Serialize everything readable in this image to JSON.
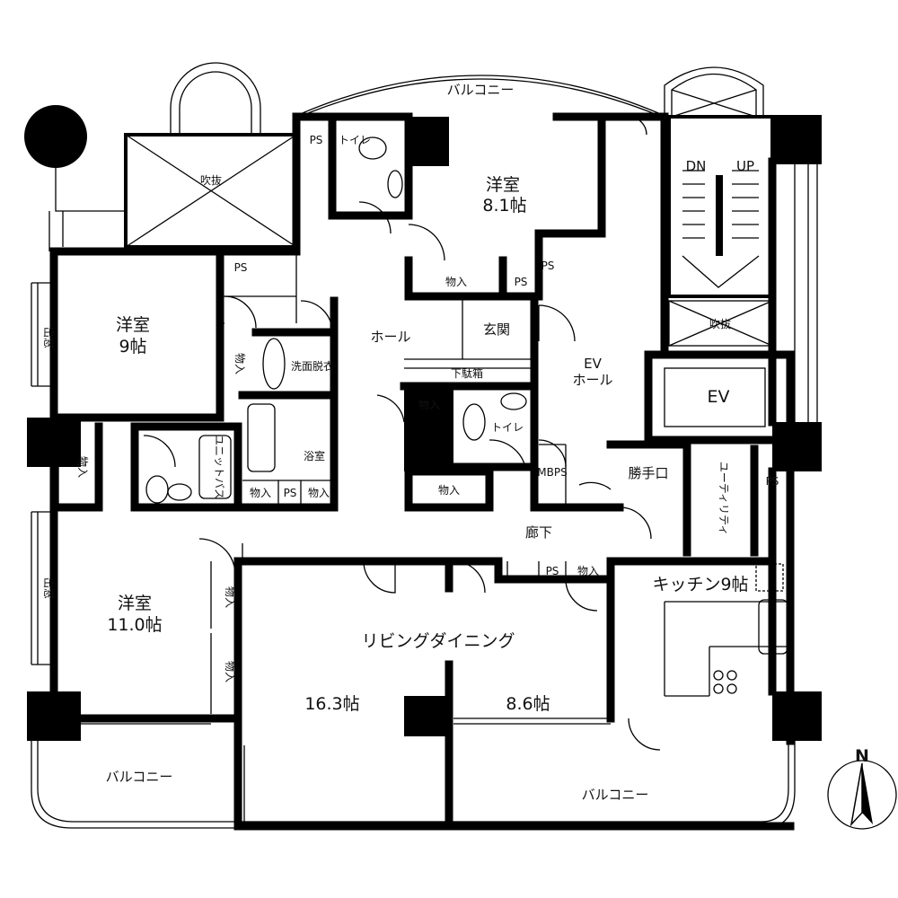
{
  "plan": {
    "balcony_top": "バルコニー",
    "balcony_left": "バルコニー",
    "balcony_bottom": "バルコニー",
    "void_top_left": "吹抜",
    "void_right": "吹抜",
    "ps": "PS",
    "toilet": "トイレ",
    "western_room_1": {
      "name": "洋室",
      "size": "8.1帖"
    },
    "western_room_2": {
      "name": "洋室",
      "size": "9帖"
    },
    "western_room_3": {
      "name": "洋室",
      "size": "11.0帖"
    },
    "stairs_down": "DN",
    "stairs_up": "UP",
    "bay_window": "出窓",
    "storage": "物入",
    "washroom": "洗面脱衣",
    "hall": "ホール",
    "entrance": "玄関",
    "shoe_box": "下駄箱",
    "ev_hall": {
      "line1": "EV",
      "line2": "ホール"
    },
    "elevator": "EV",
    "unit_bath": "ユニットバス",
    "bathroom": "浴室",
    "mbps": "MBPS",
    "service_entrance": "勝手口",
    "utility": "ユーティリティ",
    "corridor": "廊下",
    "kitchen": "キッチン9帖",
    "living_dining": "リビングダイニング",
    "living_size": "16.3帖",
    "dining_size": "8.6帖",
    "compass_north": "N"
  }
}
